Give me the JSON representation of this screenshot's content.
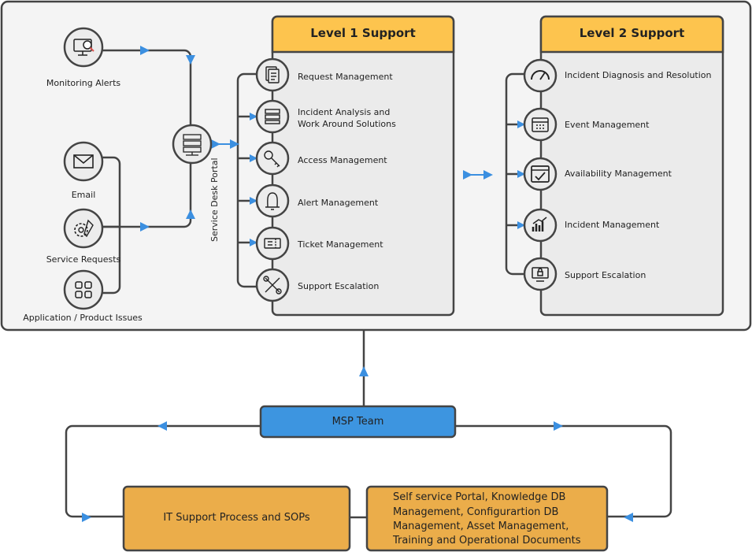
{
  "sources": {
    "monitoring": "Monitoring Alerts",
    "email": "Email",
    "service_requests": "Service Requests",
    "app_issues": "Application / Product Issues"
  },
  "portal_label": "Service Desk Portal",
  "level1": {
    "title": "Level 1 Support",
    "items": [
      "Request Management",
      "Incident Analysis and",
      "Work Around Solutions",
      "Access Management",
      "Alert Management",
      "Ticket Management",
      "Support Escalation"
    ]
  },
  "level2": {
    "title": "Level 2 Support",
    "items": [
      "Incident Diagnosis and Resolution",
      "Event Management",
      "Availability Management",
      "Incident Management",
      "Support Escalation"
    ]
  },
  "msp_team": "MSP Team",
  "it_support": "IT Support Process and SOPs",
  "self_service": [
    "Self service Portal, Knowledge DB",
    "Management, Configurartion DB",
    "Management, Asset Management,",
    "Training and Operational Documents"
  ],
  "colors": {
    "outline": "#444444",
    "panel": "#f4f4f4",
    "header": "#fdc44e",
    "box": "#ebad4a",
    "msp": "#3d95e0",
    "arrow": "#3b8fe0"
  }
}
